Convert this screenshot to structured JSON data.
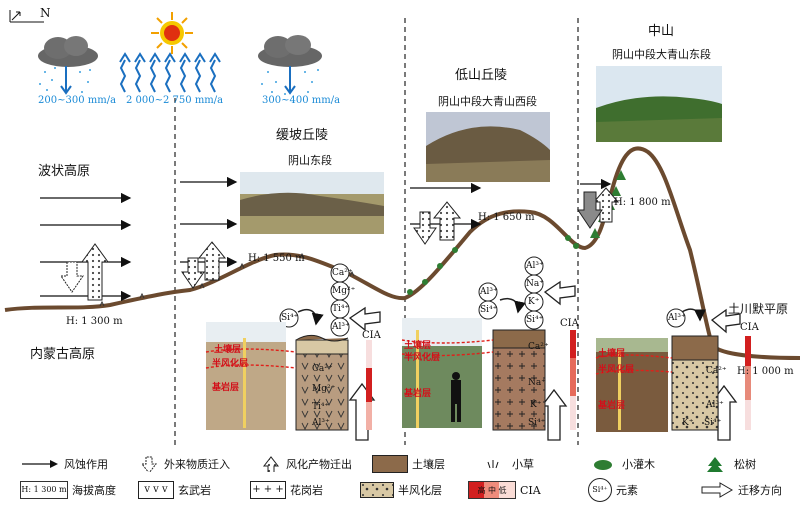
{
  "north_label": "N",
  "regions": {
    "inner_mongolia": "内蒙古高原",
    "wave_plateau": "波状高原",
    "gentle_hills": "缓坡丘陵",
    "low_hills": "低山丘陵",
    "middle_mountain": "中山",
    "tumochuan": "土川默平原"
  },
  "photo_captions": {
    "east_yinshan": "阴山东段",
    "west_daqingshan": "阴山中段大青山西段",
    "east_daqingshan": "阴山中段大青山东段"
  },
  "rainfall": {
    "left": "200~300 mm/a",
    "evaporation": "2 000~2 750 mm/a",
    "right": "300~400 mm/a"
  },
  "elevations": {
    "e1300": "H: 1 300 m",
    "e1550": "H: 1 550 m",
    "e1650": "H: 1 650 m",
    "e1800": "H: 1 800 m",
    "e1000": "H: 1 000 m"
  },
  "elements": {
    "col1": [
      "Ca²⁺",
      "Mg²⁺",
      "Ti⁴⁺",
      "Al³⁺"
    ],
    "col1_si": "Si⁴⁺",
    "col2": [
      "Al³⁺",
      "Na⁺",
      "K⁺",
      "Si⁴⁺"
    ],
    "col2_extra": [
      "Al³⁺",
      "Si⁴⁺"
    ],
    "col3": [
      "Al³⁺"
    ]
  },
  "profile_symbols": {
    "col1_inner": [
      "Ca²⁺",
      "Mg²⁺",
      "Ti⁴⁺",
      "Al³⁺"
    ],
    "col2_inner": [
      "Ca²⁺",
      "Na⁺",
      "K⁺",
      "Si⁴⁺"
    ],
    "col3_inner": [
      "Ca²⁺",
      "Al³⁺",
      "Si⁴⁺",
      "K⁺"
    ]
  },
  "cia_label": "CIA",
  "photo_layers": [
    "土壤层",
    "半风化层",
    "基岩层"
  ],
  "legend": {
    "wind_erosion": "风蚀作用",
    "external_input": "外来物质迁入",
    "weathering_out": "风化产物迁出",
    "soil_layer": "土壤层",
    "grass": "小草",
    "shrub": "小灌木",
    "pine": "松树",
    "altitude_sample": "H: 1 300 m",
    "altitude": "海拔高度",
    "basalt": "玄武岩",
    "granite": "花岗岩",
    "semi_weathered": "半风化层",
    "cia_scale": "高 中 低",
    "cia": "CIA",
    "element_sample": "Si⁴⁺",
    "element": "元素",
    "migration": "迁移方向"
  }
}
